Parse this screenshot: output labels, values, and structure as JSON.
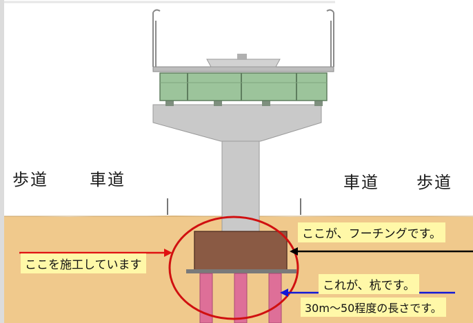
{
  "labels": {
    "sidewalk_left": "歩道",
    "roadway_left": "車道",
    "roadway_right": "車道",
    "sidewalk_right": "歩道"
  },
  "callouts": {
    "construction": "ここを施工しています",
    "footing": "ここが、フーチングです。",
    "pile": "これが、杭です。",
    "pile_length": "30m～50程度の長さです。"
  },
  "colors": {
    "ground": "#f0c98c",
    "sky": "#ffffff",
    "concrete": "#c9c9c9",
    "girder": "#9cc49b",
    "footing": "#8a5a44",
    "pile": "#de6f98",
    "highlight_circle": "#d01010",
    "arrow_red": "#e01010",
    "arrow_black": "#000000",
    "arrow_blue": "#1018d8",
    "callout_bg": "#fff8a8"
  }
}
